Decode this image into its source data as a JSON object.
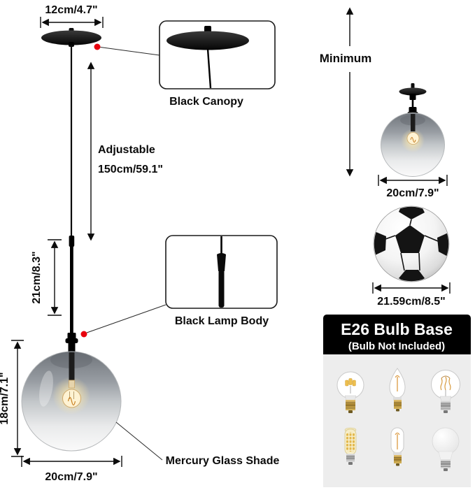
{
  "dimensions": {
    "canopy_width": "12cm/4.7\"",
    "cord_adjustable_label": "Adjustable",
    "cord_length": "150cm/59.1\"",
    "lamp_body_height": "21cm/8.3\"",
    "shade_height": "18cm/7.1\"",
    "shade_width": "20cm/7.9\"",
    "minimum_label": "Minimum",
    "minimum_shade_width": "20cm/7.9\"",
    "ball_diameter": "21.59cm/8.5\""
  },
  "callouts": {
    "canopy": "Black Canopy",
    "lamp_body": "Black Lamp Body",
    "shade": "Mercury Glass Shade"
  },
  "bulb_panel": {
    "title": "E26 Bulb Base",
    "subtitle": "(Bulb Not Included)",
    "bulb_icons": [
      "globe-led-bulb",
      "candle-bulb",
      "edison-filament-bulb",
      "corn-led-bulb",
      "mini-filament-bulb",
      "a19-led-bulb"
    ]
  },
  "colors": {
    "marker_red": "#e8000d",
    "line_black": "#0c0c0c",
    "panel_gray": "#ededed",
    "header_black": "#000000",
    "glow_warm": "#ffe9a8"
  }
}
